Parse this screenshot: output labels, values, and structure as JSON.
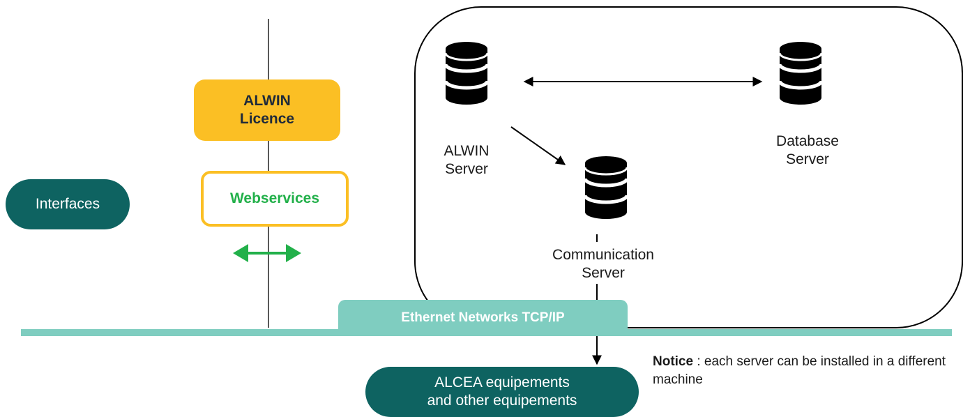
{
  "interfaces": {
    "label": "Interfaces"
  },
  "licence": {
    "line1": "ALWIN",
    "line2": "Licence"
  },
  "webservices": {
    "label": "Webservices"
  },
  "servers": {
    "alwin": {
      "line1": "ALWIN",
      "line2": "Server"
    },
    "database": {
      "line1": "Database",
      "line2": "Server"
    },
    "communication": {
      "line1": "Communication",
      "line2": "Server"
    }
  },
  "network": {
    "label": "Ethernet Networks TCP/IP"
  },
  "equipment": {
    "line1": "ALCEA equipements",
    "line2": "and other equipements"
  },
  "notice": {
    "bold": "Notice",
    "text": " : each server can be installed in a different machine"
  },
  "colors": {
    "teal_dark": "#0e6361",
    "teal_light": "#7fcdc0",
    "yellow": "#fbbf24",
    "green_arrow": "#22b04a",
    "black": "#000000"
  }
}
